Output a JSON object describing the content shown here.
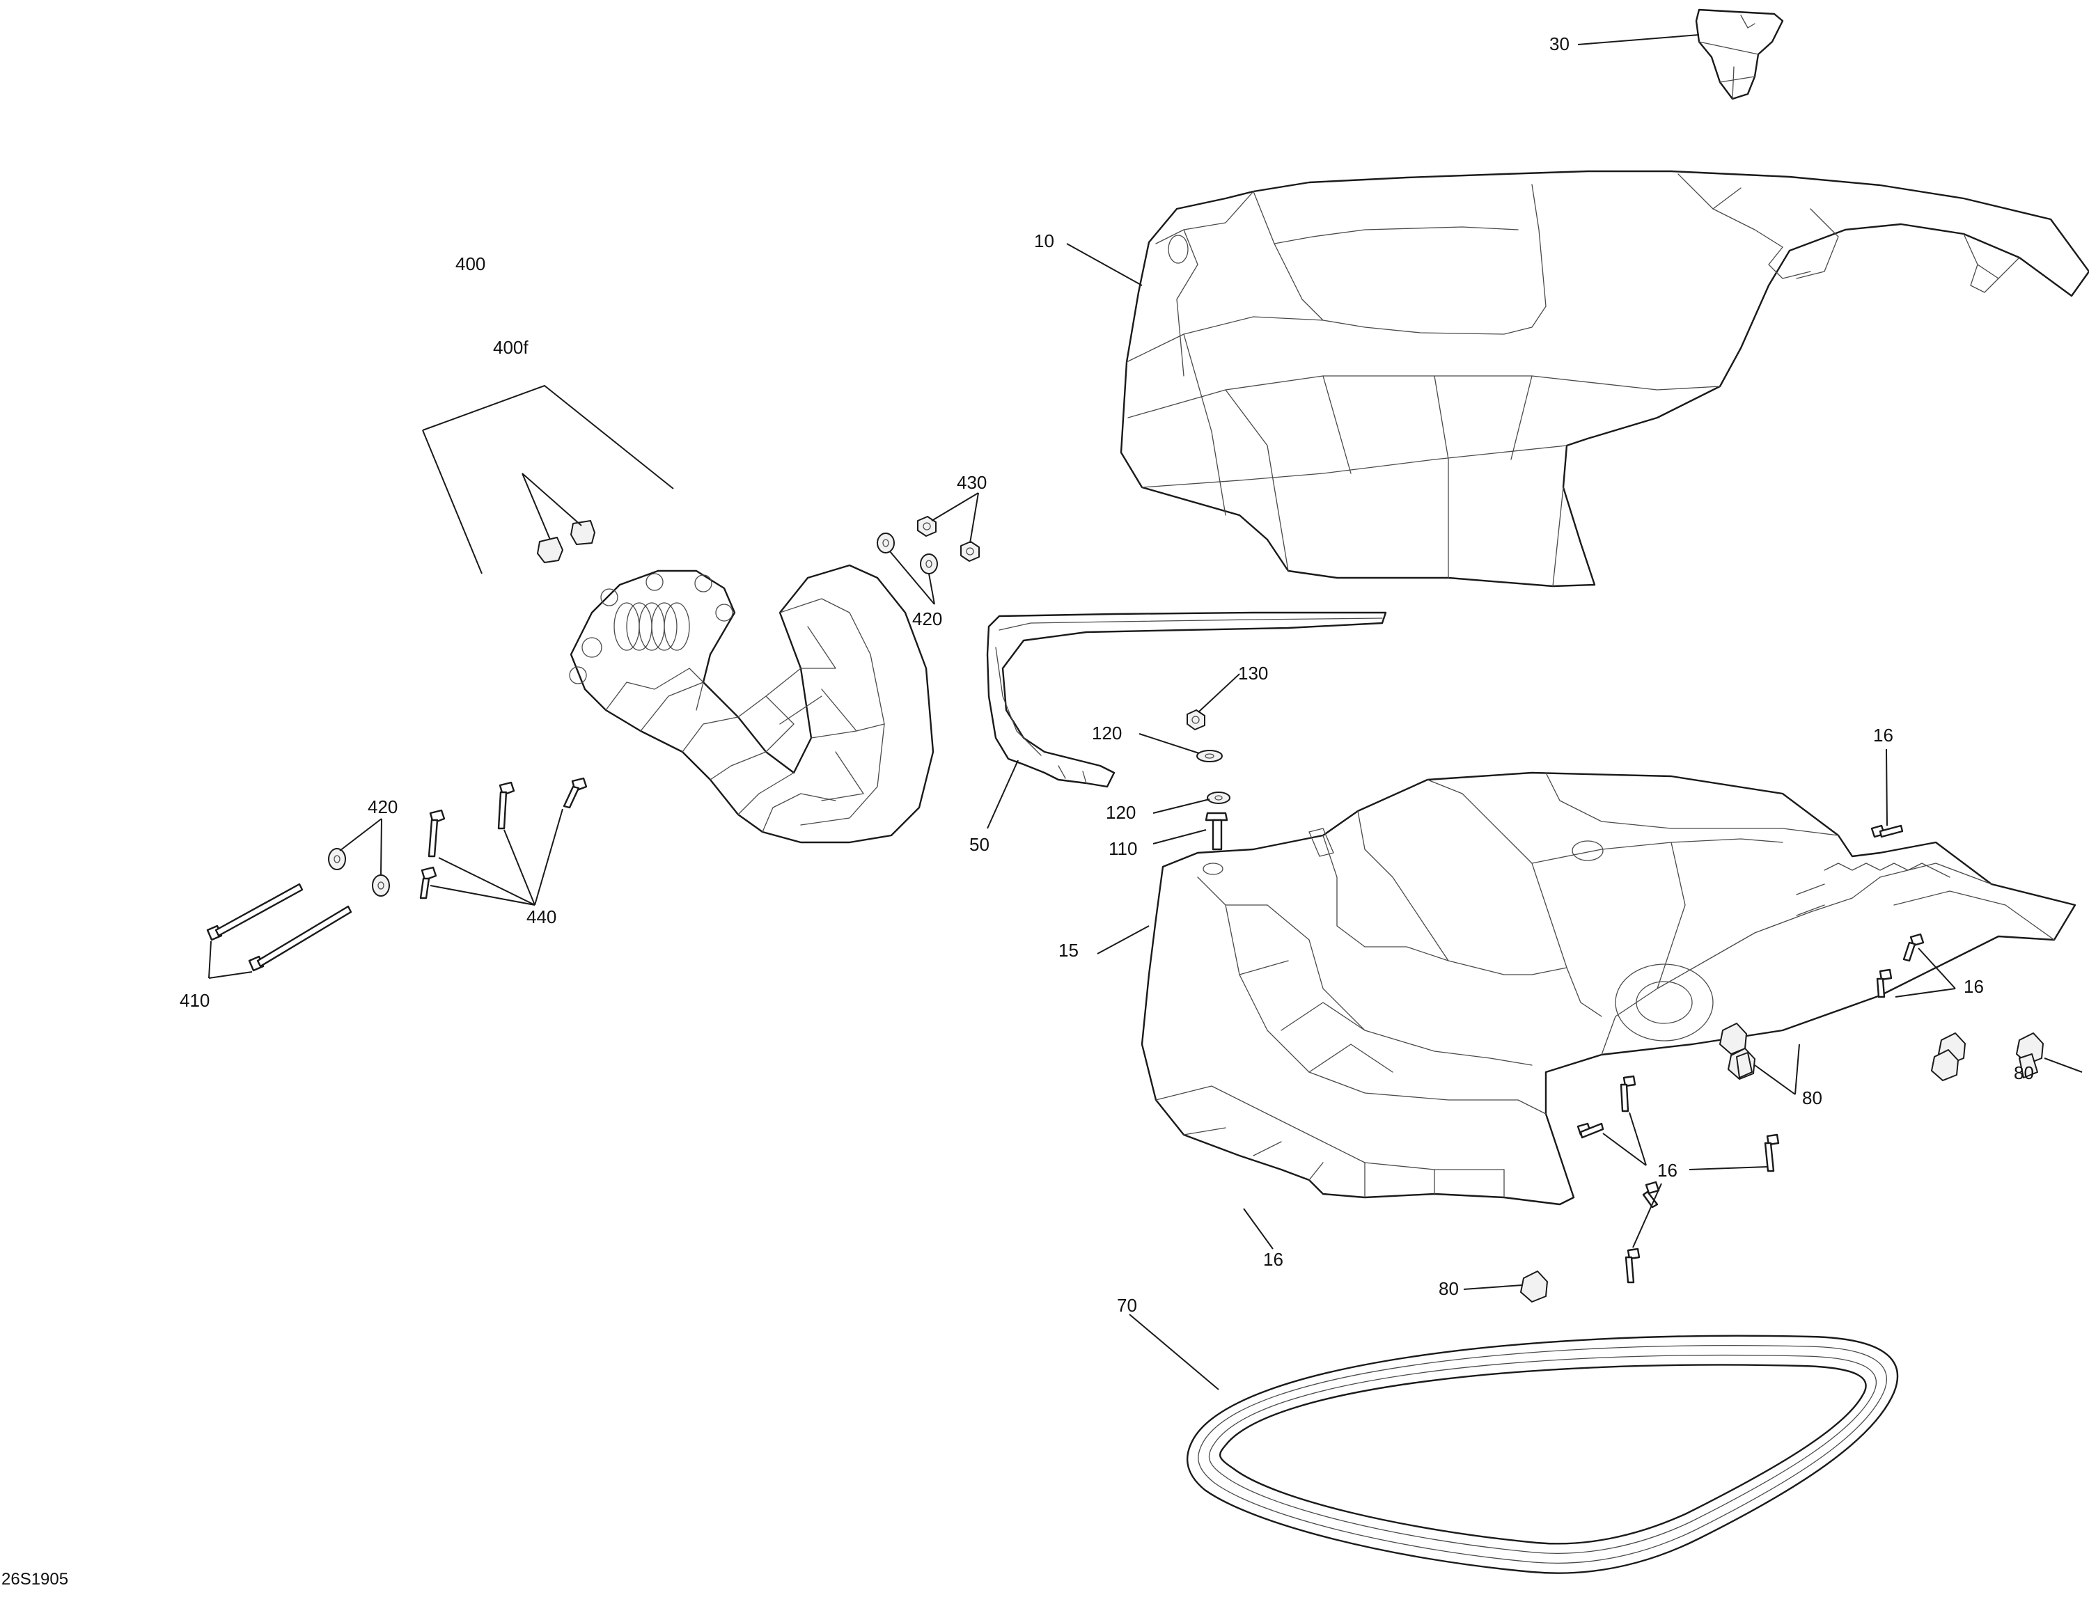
{
  "diagram_code": "26S1905",
  "callouts": {
    "c30": "30",
    "c10": "10",
    "c400": "400",
    "c400f": "400f",
    "c430": "430",
    "c420_top": "420",
    "c130": "130",
    "c120_a": "120",
    "c120_b": "120",
    "c110": "110",
    "c50": "50",
    "c420_left": "420",
    "c440": "440",
    "c410": "410",
    "c15": "15",
    "c16_top": "16",
    "c16_right": "16",
    "c16_mid": "16",
    "c16_bottom": "16",
    "c80_a": "80",
    "c80_b": "80",
    "c80_c": "80",
    "c70": "70"
  }
}
